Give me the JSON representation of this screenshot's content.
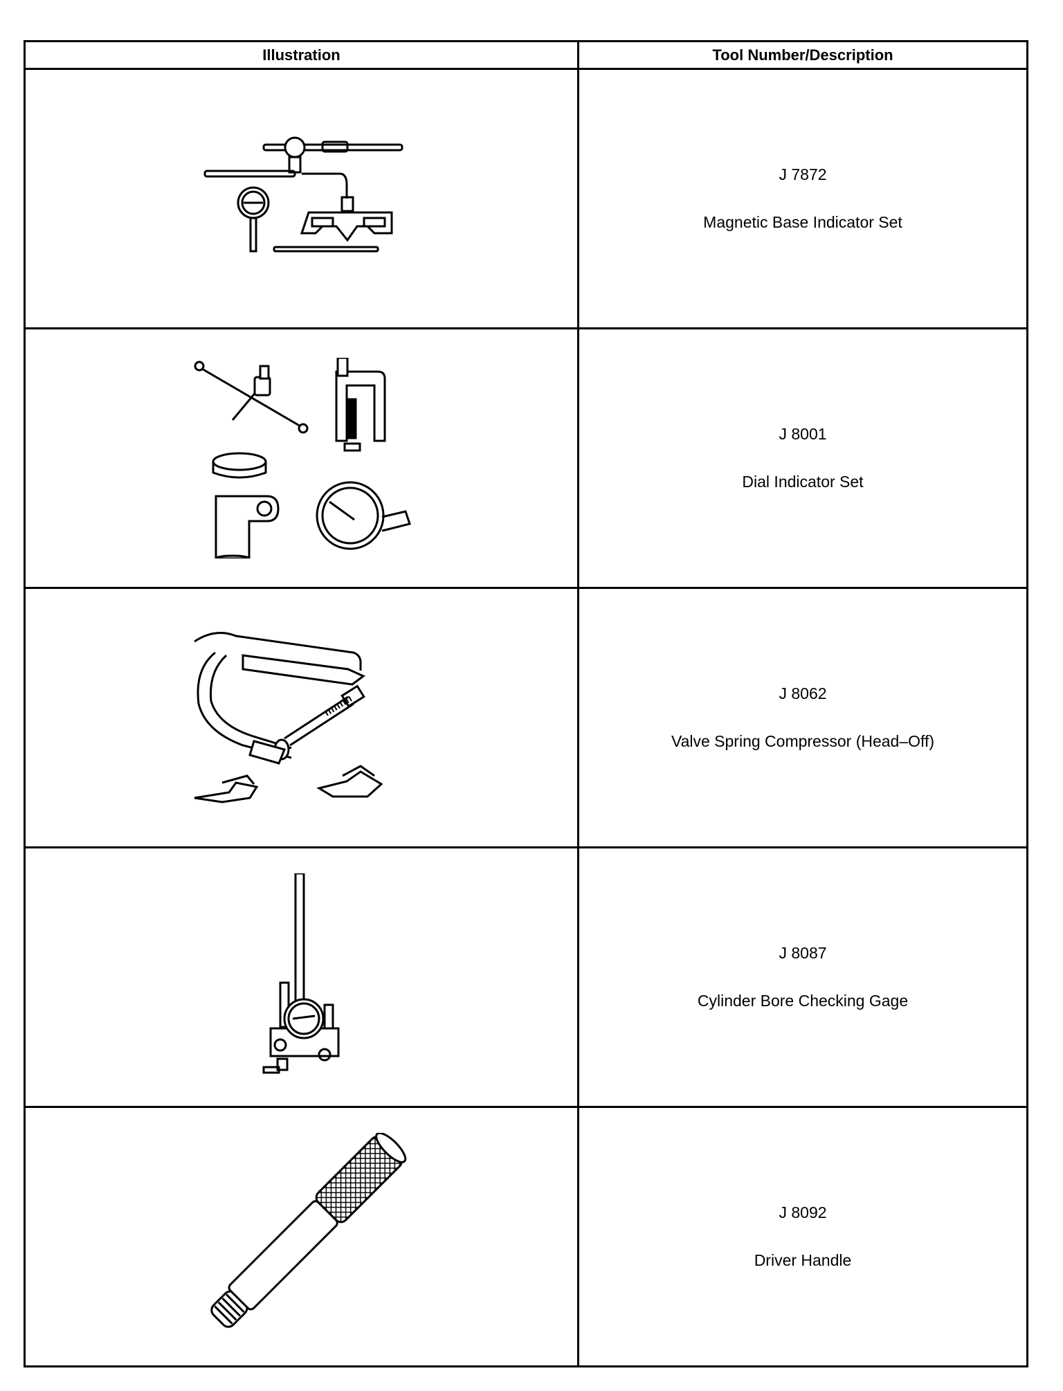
{
  "table": {
    "headers": [
      "Illustration",
      "Tool Number/Description"
    ],
    "rows": [
      {
        "number": "J 7872",
        "description": "Magnetic Base Indicator Set",
        "icon": "magnetic-base-indicator-set-icon"
      },
      {
        "number": "J 8001",
        "description": "Dial Indicator Set",
        "icon": "dial-indicator-set-icon"
      },
      {
        "number": "J 8062",
        "description": "Valve Spring Compressor (Head–Off)",
        "icon": "valve-spring-compressor-icon"
      },
      {
        "number": "J 8087",
        "description": "Cylinder Bore Checking Gage",
        "icon": "cylinder-bore-gage-icon"
      },
      {
        "number": "J 8092",
        "description": "Driver Handle",
        "icon": "driver-handle-icon"
      }
    ]
  }
}
